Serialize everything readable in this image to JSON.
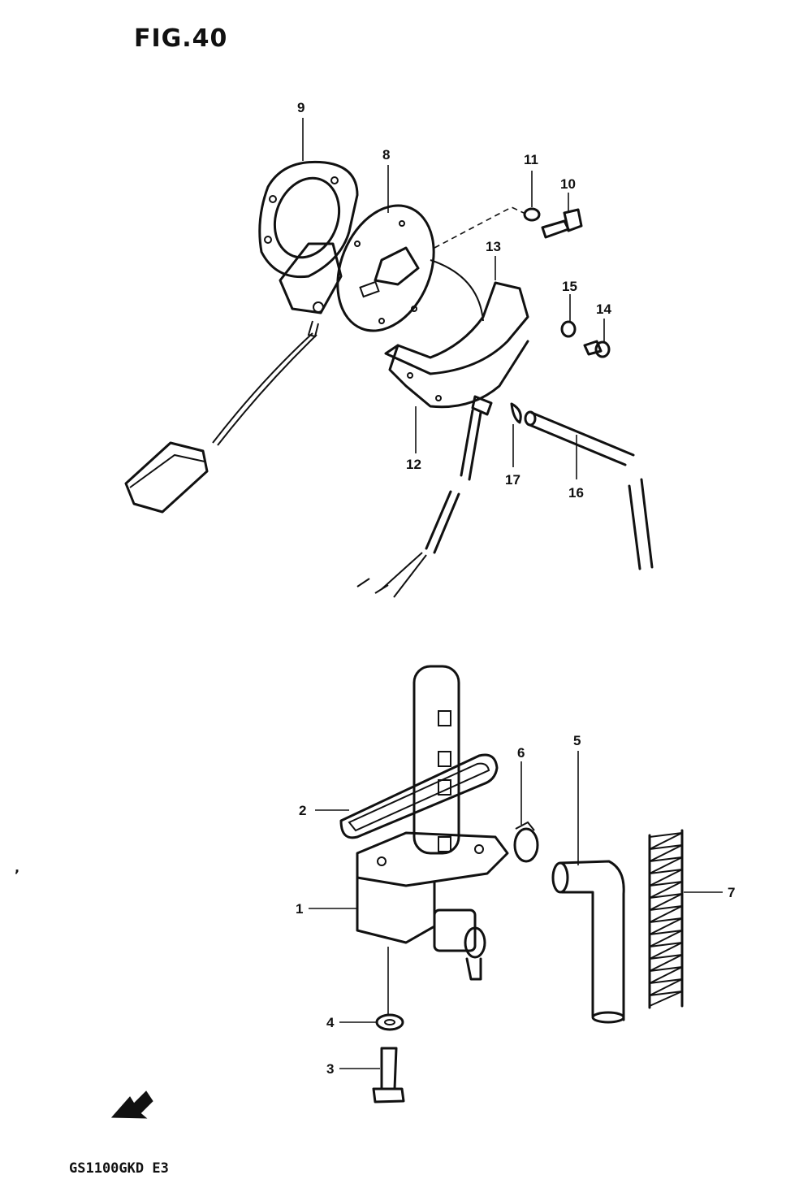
{
  "figure": {
    "title": "FIG.40",
    "model_code": "GS1100GKD E3",
    "stray_mark": ","
  },
  "callouts": [
    {
      "id": "1",
      "label": "1"
    },
    {
      "id": "2",
      "label": "2"
    },
    {
      "id": "3",
      "label": "3"
    },
    {
      "id": "4",
      "label": "4"
    },
    {
      "id": "5",
      "label": "5"
    },
    {
      "id": "6",
      "label": "6"
    },
    {
      "id": "7",
      "label": "7"
    },
    {
      "id": "8",
      "label": "8"
    },
    {
      "id": "9",
      "label": "9"
    },
    {
      "id": "10",
      "label": "10"
    },
    {
      "id": "11",
      "label": "11"
    },
    {
      "id": "12",
      "label": "12"
    },
    {
      "id": "13",
      "label": "13"
    },
    {
      "id": "14",
      "label": "14"
    },
    {
      "id": "15",
      "label": "15"
    },
    {
      "id": "16",
      "label": "16"
    },
    {
      "id": "17",
      "label": "17"
    }
  ],
  "icons": {
    "direction_arrow": "front-arrow-icon"
  }
}
